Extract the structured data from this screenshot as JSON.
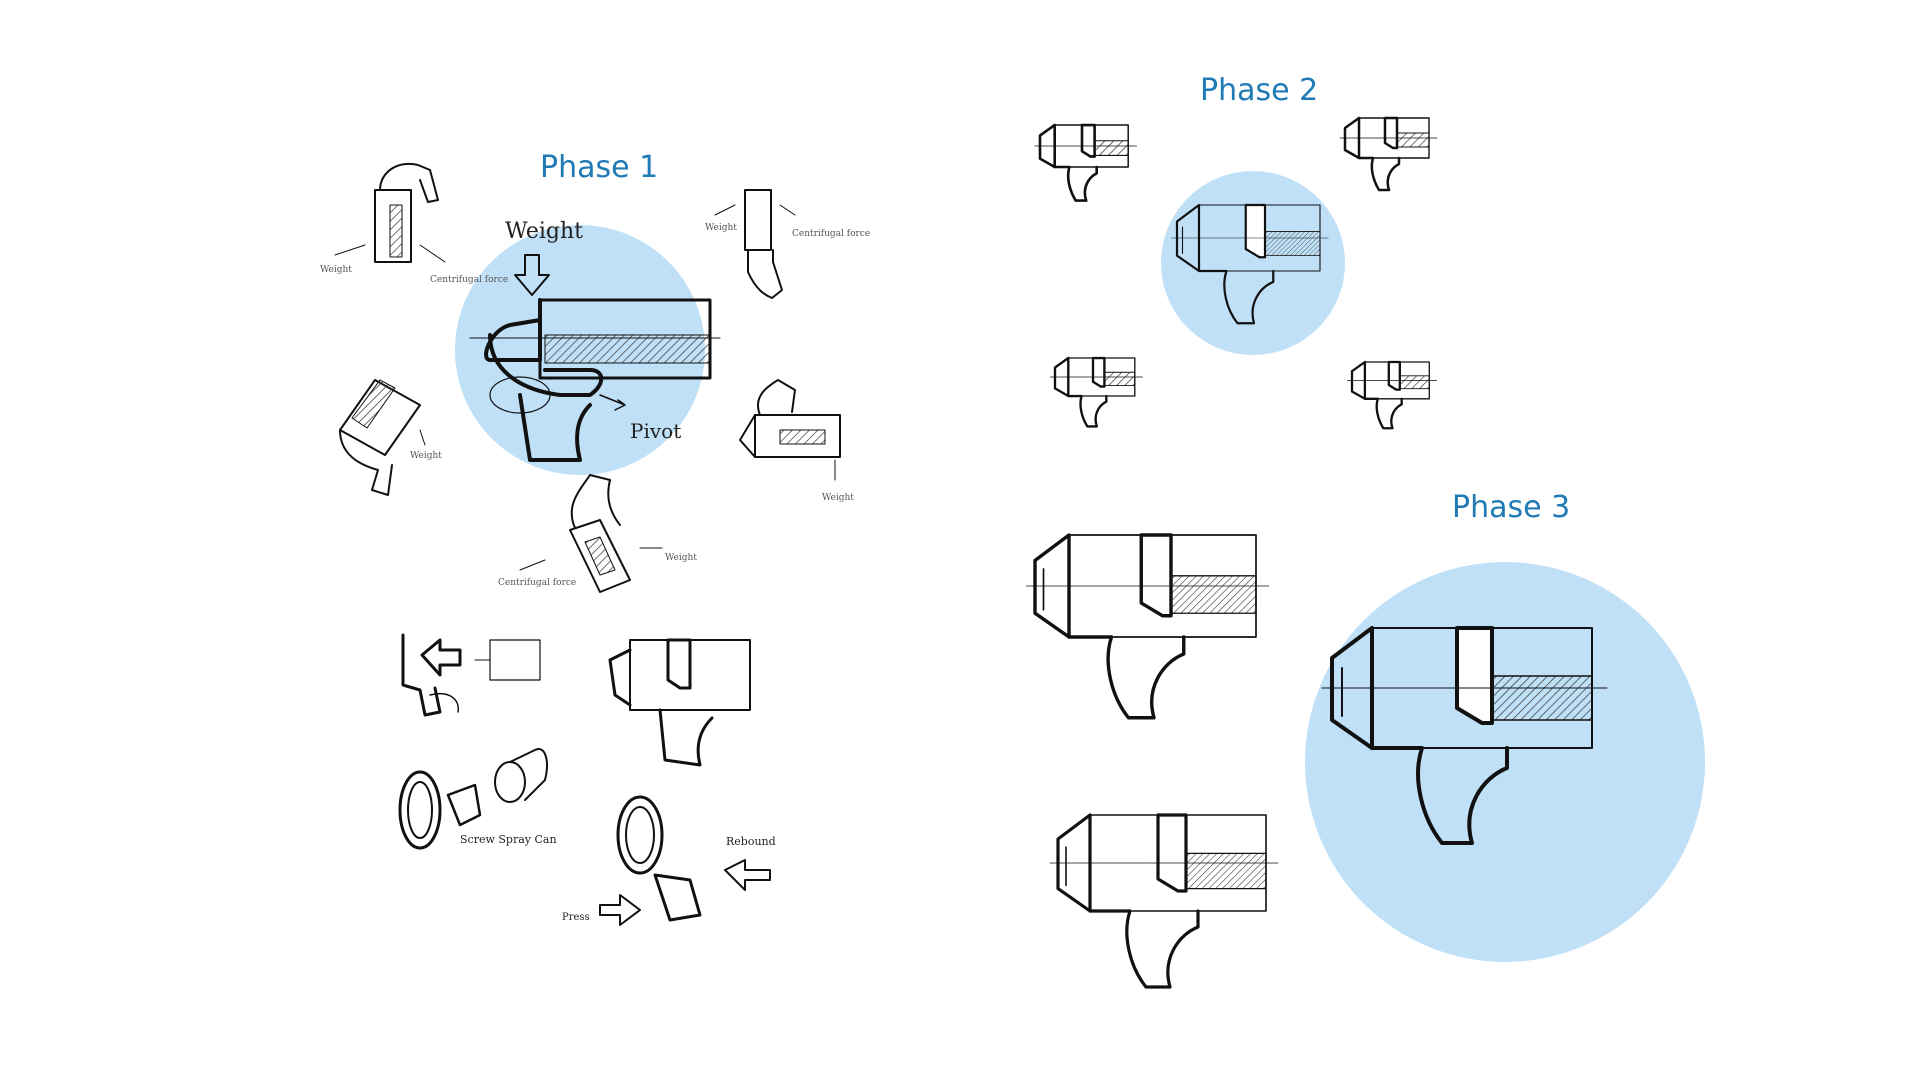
{
  "colors": {
    "title": "#1f7ab5",
    "highlight": "#bfe0f7",
    "ink": "#111111",
    "background": "#ffffff"
  },
  "phase1": {
    "title": "Phase 1",
    "labels": {
      "weight": "Weight",
      "pivot": "Pivot",
      "screw": "Screw Spray Can",
      "rebound": "Rebound",
      "press": "Press"
    },
    "small_notes": {
      "weight": "Weight",
      "centrifugal": "Centrifugal force"
    }
  },
  "phase2": {
    "title": "Phase 2"
  },
  "phase3": {
    "title": "Phase 3"
  }
}
